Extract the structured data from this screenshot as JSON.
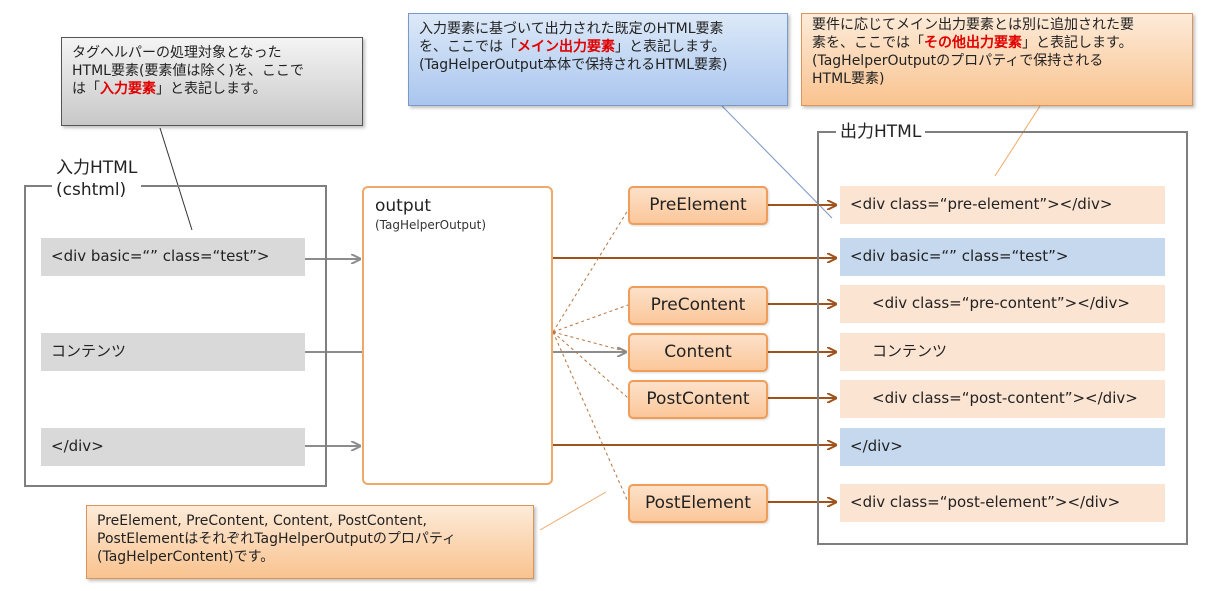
{
  "callouts": {
    "input_note": {
      "line1": "タグヘルパーの処理対象となった",
      "line2": "HTML要素(要素値は除く)を、ここで",
      "line3_pre": "は「",
      "line3_em": "入力要素",
      "line3_post": "」と表記します。"
    },
    "main_note": {
      "line1": "入力要素に基づいて出力された既定のHTML要素",
      "line2_pre": "を、ここでは「",
      "line2_em": "メイン出力要素",
      "line2_post": "」と表記します。",
      "line3": "(TagHelperOutput本体で保持されるHTML要素)"
    },
    "other_note": {
      "line1": "要件に応じてメイン出力要素とは別に追加された要",
      "line2_pre": "素を、ここでは「",
      "line2_em": "その他出力要素",
      "line2_post": "」と表記します。",
      "line3": "(TagHelperOutputのプロパティで保持される",
      "line4": "HTML要素)"
    },
    "props_note": {
      "line1": "PreElement, PreContent, Content, PostContent,",
      "line2": "PostElementはそれぞれTagHelperOutputのプロパティ",
      "line3": "(TagHelperContent)です。"
    }
  },
  "input_group": {
    "title_line1": "入力HTML",
    "title_line2": "(cshtml)",
    "rows": [
      "<div basic=“” class=“test”>",
      "コンテンツ",
      "</div>"
    ]
  },
  "output_node": {
    "title": "output",
    "subtitle": "(TagHelperOutput)"
  },
  "properties": [
    "PreElement",
    "PreContent",
    "Content",
    "PostContent",
    "PostElement"
  ],
  "output_group": {
    "title": "出力HTML",
    "rows": [
      "<div class=“pre-element”></div>",
      "<div basic=“” class=“test”>",
      "<div class=“pre-content”></div>",
      "コンテンツ",
      "<div class=“post-content”></div>",
      "</div>",
      "<div class=“post-element”></div>"
    ]
  },
  "colors": {
    "gray_arrow": "#8c8c8c",
    "brown_arrow": "#a0521c",
    "emphasis": "#e00000",
    "peach": "#fce4d3",
    "blue_row": "#c5d8ee"
  }
}
